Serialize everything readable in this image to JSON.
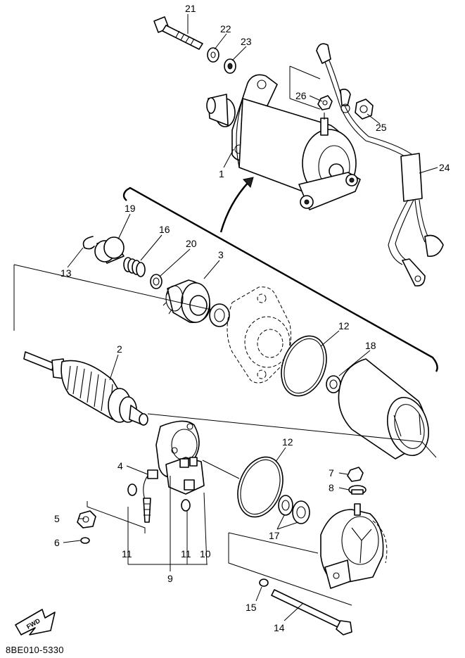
{
  "diagram": {
    "drawing_code": "8BE010-5330",
    "fwd_label": "FWD",
    "callouts": {
      "p1": "1",
      "p2": "2",
      "p3": "3",
      "p4": "4",
      "p5": "5",
      "p6": "6",
      "p7": "7",
      "p8": "8",
      "p9": "9",
      "p10": "10",
      "p11a": "11",
      "p11b": "11",
      "p12a": "12",
      "p12b": "12",
      "p13": "13",
      "p14": "14",
      "p15": "15",
      "p16": "16",
      "p17": "17",
      "p18": "18",
      "p19": "19",
      "p20": "20",
      "p21": "21",
      "p22": "22",
      "p23": "23",
      "p24": "24",
      "p25": "25",
      "p26": "26"
    }
  }
}
